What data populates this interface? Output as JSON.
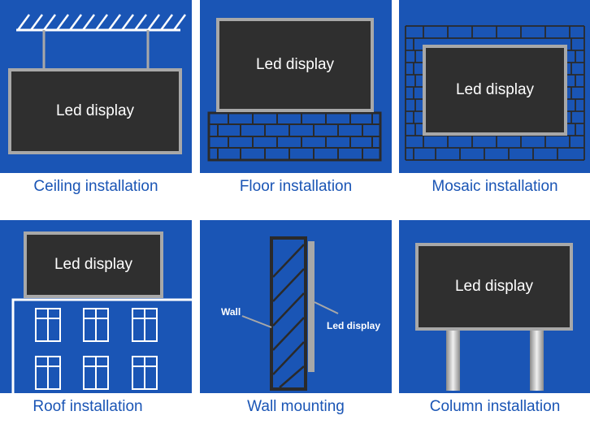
{
  "panels": [
    {
      "caption": "Ceiling installation",
      "screen": "Led display"
    },
    {
      "caption": "Floor installation",
      "screen": "Led display"
    },
    {
      "caption": "Mosaic installation",
      "screen": "Led display"
    },
    {
      "caption": "Roof installation",
      "screen": "Led display"
    },
    {
      "caption": "Wall mounting",
      "wall_label": "Wall",
      "screen_label": "Led display"
    },
    {
      "caption": "Column installation",
      "screen": "Led display"
    }
  ],
  "colors": {
    "panel_blue": "#1a55b5",
    "screen_dark": "#2f2f2f",
    "frame_grey": "#a8a8a8",
    "caption_blue": "#1a55b5"
  }
}
